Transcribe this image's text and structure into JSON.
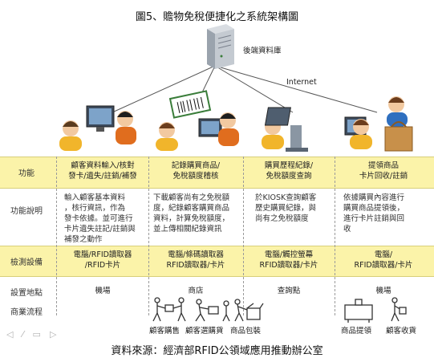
{
  "title": "圖5、贍物免稅便捷化之系統架構圖",
  "server_label": "後端資料庫",
  "internet_label": "Internet",
  "rows": {
    "function": "功能",
    "description": "功能說明",
    "devices": "檢測設備",
    "location": "設置地點",
    "business_flow": "商業流程"
  },
  "columns": [
    {
      "function": [
        "顧客資料輸入/核對",
        "發卡/遺失/註銷/補發"
      ],
      "description": [
        "輸入顧客基本資料",
        "，核行資訊，作為",
        "發卡依據。並可進行",
        "卡片遺失註記/註銷與",
        "補發之動作"
      ],
      "devices": [
        "電腦/RFID讀取器",
        "/RFID卡片"
      ],
      "location": "機場"
    },
    {
      "function": [
        "記錄購買商品/",
        "免稅額度稽核"
      ],
      "description": [
        "下載顧客尚有之免稅額",
        "度，紀錄顧客購買商品",
        "資料，計算免稅額度，",
        "並上傳相關紀錄資訊"
      ],
      "devices": [
        "電腦/條碼讀取器",
        "RFID讀取器/卡片"
      ],
      "location": "商店"
    },
    {
      "function": [
        "購買歷程紀錄/",
        "免稅額度查詢"
      ],
      "description": [
        "於KIOSK查詢顧客",
        "歷史購買紀錄，與",
        "尚有之免稅額度"
      ],
      "devices": [
        "電腦/觸控螢幕",
        "RFID讀取器/卡片"
      ],
      "location": "查詢點"
    },
    {
      "function": [
        "提領商品",
        "卡片回收/註銷"
      ],
      "description": [
        "依據購買內容進行",
        "購買商品提領後，",
        "進行卡片註銷與回",
        "收"
      ],
      "devices": [
        "電腦/",
        "RFID讀取器/卡片"
      ],
      "location": "機場"
    }
  ],
  "flow_labels": [
    "顧客購售",
    "顧客選購貨",
    "商品包裝",
    "商品提領",
    "顧客收貨"
  ],
  "nav_icons": [
    "back-arrow-icon",
    "pen-icon",
    "rectangle-icon",
    "forward-arrow-icon"
  ],
  "caption": "資料來源：經濟部RFID公領域應用推動辦公室",
  "colors": {
    "band": "#fbf3a9",
    "text": "#222222",
    "dash": "#9a9a9a"
  }
}
